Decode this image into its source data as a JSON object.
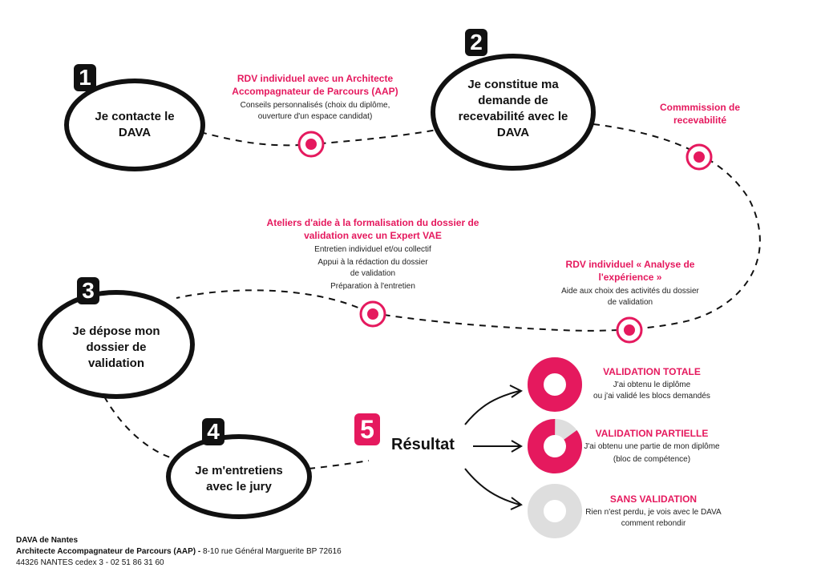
{
  "steps": [
    {
      "number": "1",
      "label": "Je contacte le DAVA"
    },
    {
      "number": "2",
      "label": "Je constitue ma demande de recevabilité avec le DAVA"
    },
    {
      "number": "3",
      "label": "Je dépose mon dossier de validation"
    },
    {
      "number": "4",
      "label": "Je m'entretiens avec le jury"
    }
  ],
  "milestones": {
    "rdv_aap": {
      "title": "RDV individuel avec un Architecte Accompagnateur de Parcours (AAP)",
      "details": [
        "Conseils personnalisés (choix du diplôme,",
        "ouverture d'un espace candidat)"
      ]
    },
    "commission": {
      "title": "Commmission de recevabilité"
    },
    "rdv_analyse": {
      "title": "RDV individuel « Analyse de l'expérience »",
      "details": [
        "Aide aux choix des activités du dossier",
        "de validation"
      ]
    },
    "ateliers": {
      "title": "Ateliers d'aide à la formalisation du dossier de validation avec un Expert VAE",
      "details": [
        "Entretien individuel et/ou collectif",
        "Appui à la rédaction du dossier",
        "de validation",
        "Préparation à l'entretien"
      ]
    }
  },
  "result": {
    "number": "5",
    "label": "Résultat",
    "outcomes": [
      {
        "title": "VALIDATION TOTALE",
        "desc": [
          "J'ai obtenu le diplôme",
          "ou j'ai validé les blocs demandés"
        ],
        "fill": 1.0
      },
      {
        "title": "VALIDATION PARTIELLE",
        "desc": [
          "J'ai obtenu une partie de mon diplôme",
          "(bloc de compétence)"
        ],
        "fill": 0.85
      },
      {
        "title": "SANS VALIDATION",
        "desc": [
          "Rien n'est perdu, je vois avec le DAVA",
          "comment rebondir"
        ],
        "fill": 0.0
      }
    ]
  },
  "footer": {
    "org": "DAVA de Nantes",
    "role": "Architecte Accompagnateur de Parcours (AAP) -",
    "address": " 8-10 rue Général Marguerite BP 72616",
    "city_phone": "44326 NANTES cedex 3 - 02 51 86 31 60"
  },
  "colors": {
    "accent": "#e5195e",
    "dark": "#111111",
    "grey": "#dedede"
  }
}
